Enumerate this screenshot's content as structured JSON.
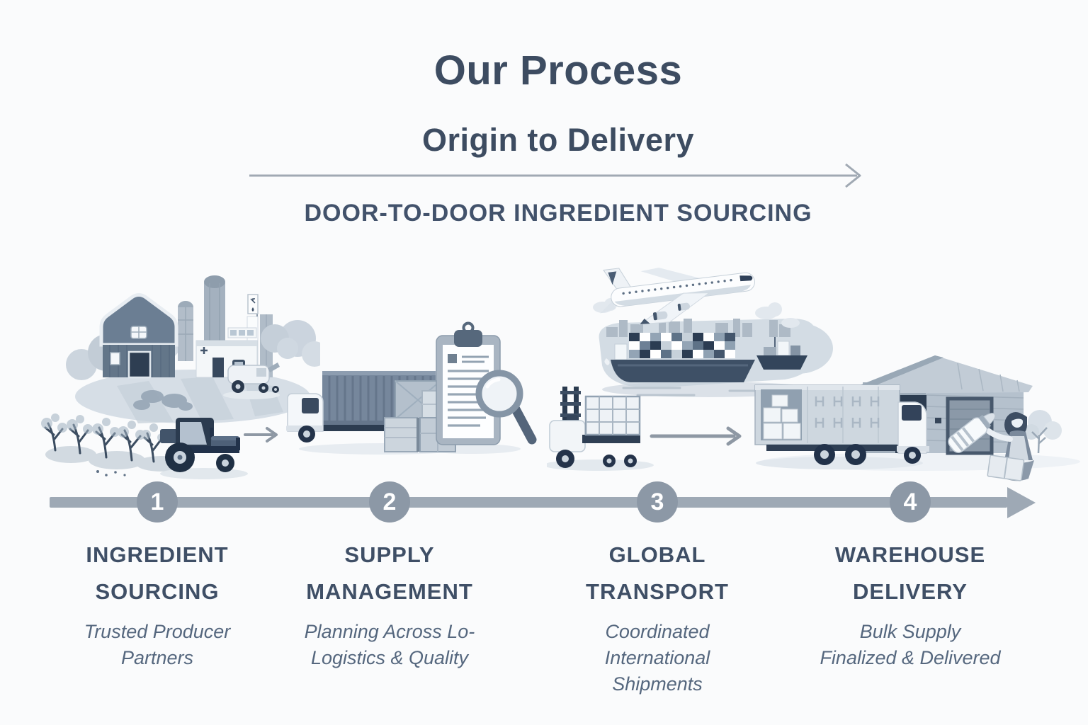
{
  "header": {
    "title": "Our Process",
    "subtitle": "Origin to Delivery",
    "tagline": "DOOR-TO-DOOR INGREDIENT SOURCING"
  },
  "steps": [
    {
      "number": "1",
      "title_lines": [
        "INGREDIENT",
        "SOURCING"
      ],
      "desc_lines": [
        "Trusted Producer",
        "Partners"
      ],
      "illustration": "farm-scene"
    },
    {
      "number": "2",
      "title_lines": [
        "SUPPLY",
        "MANAGEMENT"
      ],
      "desc_lines": [
        "Planning Across Lo-",
        "Logistics & Quality"
      ],
      "illustration": "inspection-logistics-scene"
    },
    {
      "number": "3",
      "title_lines": [
        "GLOBAL",
        "TRANSPORT"
      ],
      "desc_lines": [
        "Coordinated",
        "International",
        "Shipments"
      ],
      "illustration": "air-sea-transport-scene"
    },
    {
      "number": "4",
      "title_lines": [
        "WAREHOUSE",
        "DELIVERY"
      ],
      "desc_lines": [
        "Bulk Supply",
        "Finalized & Delivered"
      ],
      "illustration": "warehouse-delivery-scene"
    }
  ],
  "illustrations": {
    "scene1_icons": [
      "barn-icon",
      "silo-icon",
      "factory-icon",
      "orchard-trees-icon",
      "harvester-icon",
      "tractor-icon",
      "arrow-right-icon"
    ],
    "scene2_icons": [
      "cargo-truck-icon",
      "crates-icon",
      "clipboard-icon",
      "magnifier-icon"
    ],
    "scene3_icons": [
      "airplane-icon",
      "cargo-ship-icon",
      "tugboat-icon",
      "forklift-icon",
      "arrow-right-icon"
    ],
    "scene4_icons": [
      "delivery-truck-icon",
      "warehouse-icon",
      "courier-woman-icon",
      "baby-bottle-icon",
      "tree-icon"
    ]
  },
  "colors": {
    "background": "#fafbfc",
    "heading_text": "#3d4c61",
    "tagline_text": "#42526b",
    "step_title_text": "#3f4f66",
    "step_desc_text": "#55677e",
    "timeline_bar": "#9ea9b5",
    "step_circle": "#8c98a6",
    "circle_number": "#ffffff",
    "arrow": "#8e98a4",
    "illustration_dark": "#2e3e52",
    "illustration_mid": "#8fa0b0",
    "illustration_light": "#ccd5dd"
  }
}
